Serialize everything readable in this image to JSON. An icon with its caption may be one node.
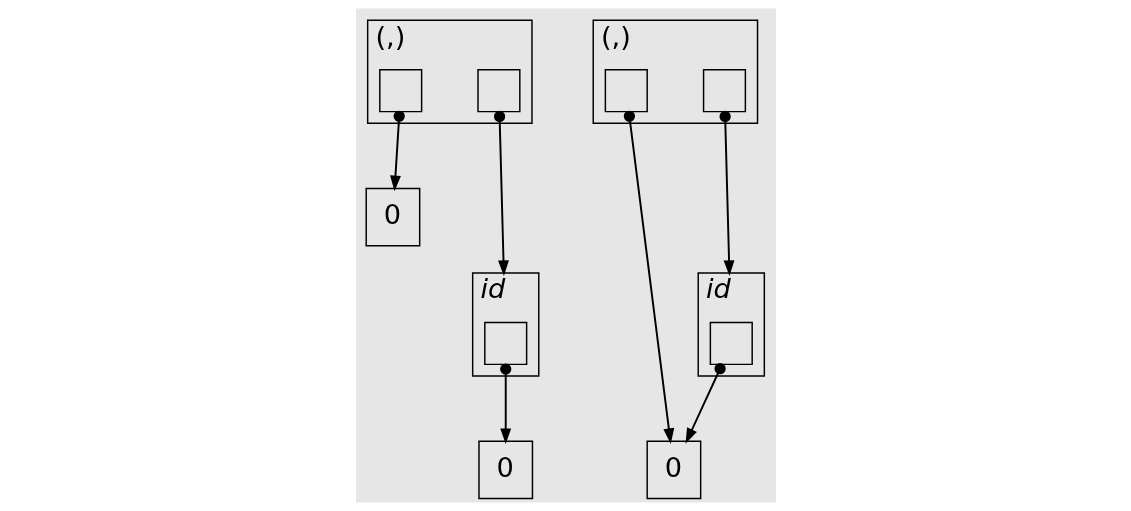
{
  "diagram": {
    "nodes": [
      {
        "text": [
          "(,)"
        ]
      },
      {
        "text": [],
        "shape": "box",
        "in": 0
      },
      {
        "text": [],
        "shape": "box",
        "in": 0
      },
      {
        "text": [
          "0"
        ]
      },
      {
        "text": [
          "id"
        ]
      },
      {
        "text": [],
        "shape": "box",
        "in": 4
      },
      {
        "text": [
          "0"
        ]
      },
      {
        "text": [
          "(,)"
        ]
      },
      {
        "text": [],
        "shape": "box",
        "in": 7
      },
      {
        "text": [],
        "shape": "box",
        "in": 7
      },
      {
        "text": [
          "id"
        ]
      },
      {
        "text": [],
        "shape": "box",
        "in": 10
      },
      {
        "text": [
          "0"
        ]
      }
    ],
    "edges": [
      {
        "from": 1,
        "to": 3,
        "arrow": "to"
      },
      {
        "from": 2,
        "to": 4,
        "arrow": "to"
      },
      {
        "from": 5,
        "to": 6,
        "arrow": "to"
      },
      {
        "from": 8,
        "to": 12,
        "arrow": "to"
      },
      {
        "from": 9,
        "to": 10,
        "arrow": "to"
      },
      {
        "from": 11,
        "to": 12,
        "arrow": "to"
      }
    ]
  }
}
